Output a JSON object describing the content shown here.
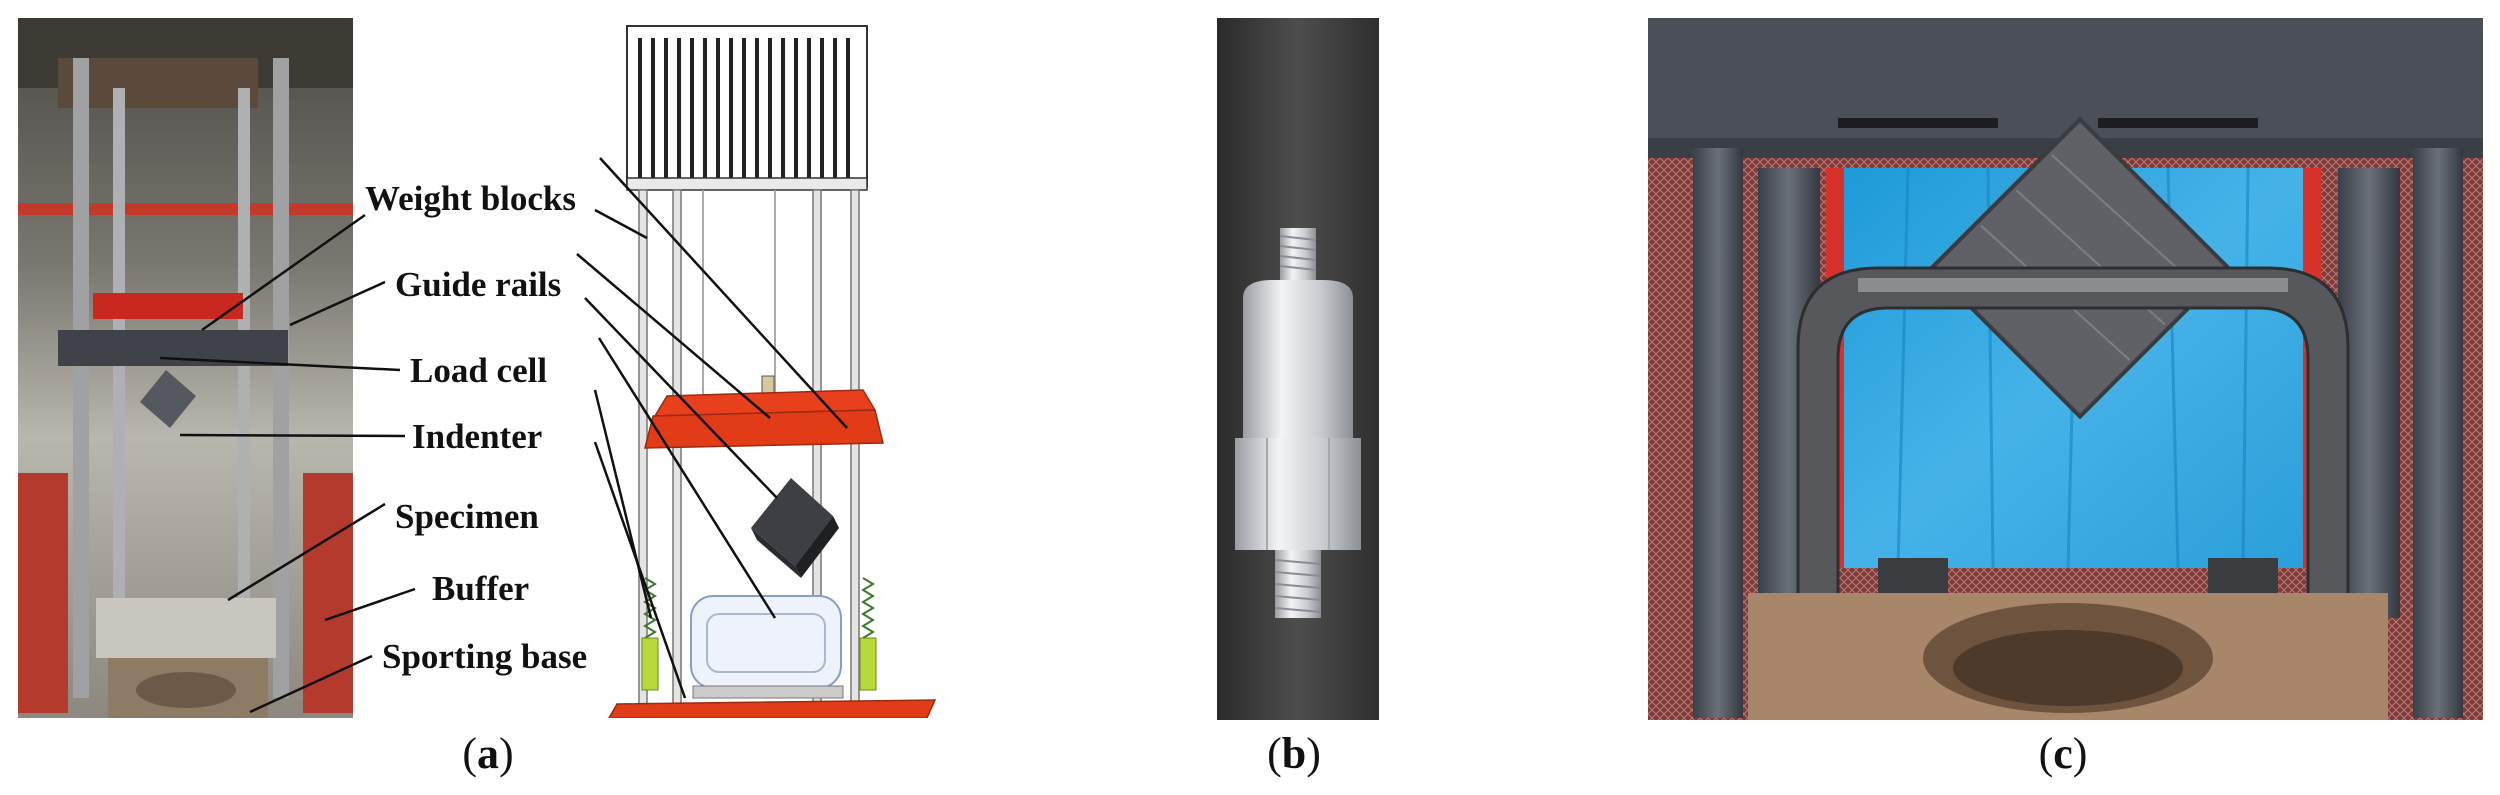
{
  "figure": {
    "panel_a": {
      "labels": [
        "Weight blocks",
        "Guide rails",
        "Load cell",
        "Indenter",
        "Specimen",
        "Buffer",
        "Sporting base"
      ],
      "caption": {
        "open": "(",
        "letter": "a",
        "close": ")"
      }
    },
    "panel_b": {
      "caption": {
        "open": "(",
        "letter": "b",
        "close": ")"
      }
    },
    "panel_c": {
      "caption": {
        "open": "(",
        "letter": "c",
        "close": ")"
      }
    }
  },
  "colors": {
    "frame_red": "#e8401c",
    "steel_gray": "#5a5e66",
    "blue_backdrop": "#2fa6e0",
    "spring_green": "#8fbf2e",
    "label_text": "#111111"
  }
}
